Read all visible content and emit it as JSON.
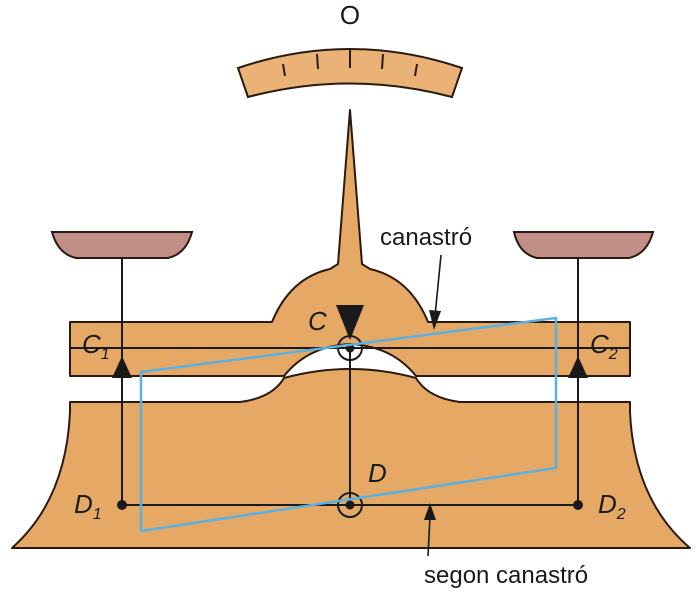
{
  "labels": {
    "zero_mark": "O",
    "pivot_top": "C",
    "pivot_bottom": "D",
    "left_top": "C",
    "left_top_sub": "1",
    "right_top": "C",
    "right_top_sub": "2",
    "left_bottom": "D",
    "left_bottom_sub": "1",
    "right_bottom": "D",
    "right_bottom_sub": "2",
    "callout_top": "canastró",
    "callout_bottom": "segon canastró"
  },
  "colors": {
    "body": "#e6a965",
    "outline": "#2a1a10",
    "pan": "#c28f88",
    "scale": "#eab276",
    "blue_frame": "#5ab1e2",
    "line": "#1a1a1a"
  }
}
